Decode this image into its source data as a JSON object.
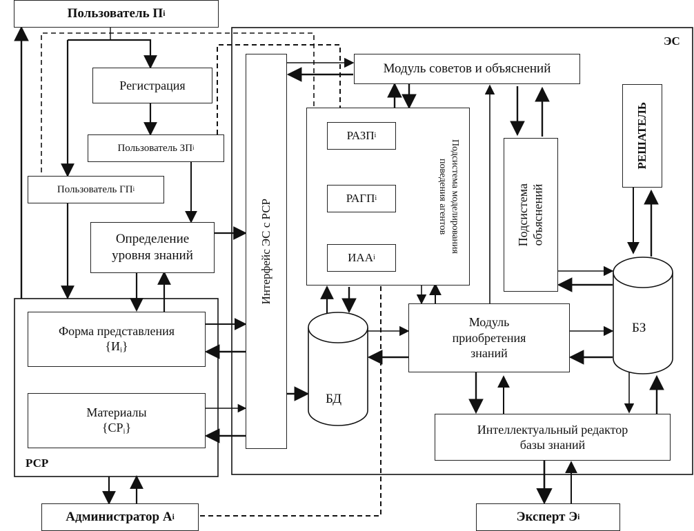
{
  "diagram": {
    "containers": {
      "es": "ЭС",
      "rsr": "РСР"
    },
    "actors": {
      "user": {
        "name": "Пользователь П",
        "sub": "i"
      },
      "admin": {
        "name": "Администратор А",
        "sub": "i"
      },
      "expert": {
        "name": "Эксперт Э",
        "sub": "i"
      }
    },
    "left_blocks": {
      "registration": "Регистрация",
      "user_zp": {
        "name": "Пользователь ЗП",
        "sub": "i"
      },
      "user_gp": {
        "name": "Пользователь ГП",
        "sub": "i"
      },
      "knowledge_level": [
        "Определение",
        "уровня знаний"
      ],
      "presentation_form": {
        "line1": "Форма представления",
        "line2": "{И",
        "sub": "i",
        "close": "}"
      },
      "materials": {
        "line1": "Материалы",
        "line2": "{СР",
        "sub": "i",
        "close": "}"
      }
    },
    "es_blocks": {
      "interface": "Интерфейс ЭС с РСР",
      "advice_module": "Модуль советов и объяснений",
      "agent_subsystem": [
        "Подсистема моделирования",
        "поведения агентов"
      ],
      "razp": {
        "name": "РАЗП",
        "sub": "i"
      },
      "ragp": {
        "name": "РАГП",
        "sub": "i"
      },
      "iaa": {
        "name": "ИАА",
        "sub": "i"
      },
      "explanation_subsystem": [
        "Подсистема",
        "объяснений"
      ],
      "solver": "РЕШАТЕЛЬ",
      "database": "БД",
      "knowledge_base": "БЗ",
      "acquisition_module": [
        "Модуль",
        "приобретения",
        "знаний"
      ],
      "kb_editor": [
        "Интеллектуальный редактор",
        "базы знаний"
      ]
    }
  }
}
